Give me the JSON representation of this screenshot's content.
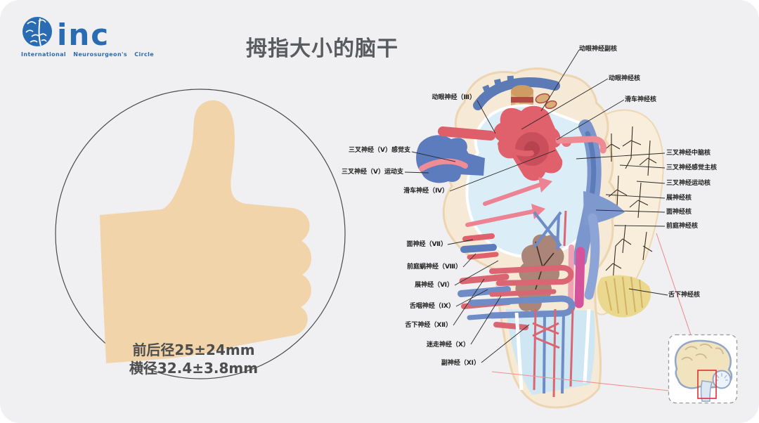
{
  "page": {
    "title": "拇指大小的脑干",
    "background_color": "#f0eff1"
  },
  "logo": {
    "name": "inc",
    "subtitle": "International  Neurosurgeon's  Circle",
    "color": "#2a6cb3",
    "icon": "brain-icon"
  },
  "thumb_panel": {
    "icon": "thumbs-up-icon",
    "measurement_line1": "前后径25±24mm",
    "measurement_line2": "横径32.4±3.8mm",
    "skin_color": "#f2d4ab",
    "ring_color": "#4a4a4a"
  },
  "diagram": {
    "left_labels": [
      "动眼神经（Ⅲ）",
      "三叉神经（Ⅴ）感觉支",
      "三叉神经（Ⅴ）运动支",
      "滑车神经（Ⅳ）",
      "面神经（Ⅶ）",
      "前庭蜗神经（Ⅷ）",
      "展神经（Ⅵ）",
      "舌咽神经（Ⅸ）",
      "舌下神经（Ⅻ）",
      "迷走神经（Ⅹ）",
      "副神经（Ⅺ）"
    ],
    "right_labels": [
      "动眼神经副核",
      "动眼神经核",
      "滑车神经核",
      "三叉神经中脑核",
      "三叉神经感觉主核",
      "三叉神经运动核",
      "展神经核",
      "面神经核",
      "前庭神经核",
      "舌下神经核"
    ],
    "inset": {
      "icon": "brain-sagittal-thumbnail",
      "highlight_color": "#e03030"
    },
    "colors": {
      "cream": "#f6e9d5",
      "light_blue": "#dbedf6",
      "blue": "#5d7cbd",
      "mid_blue": "#7b96cd",
      "red": "#de5f6a",
      "pink": "#ef8d96",
      "magenta": "#d5539b",
      "brown": "#aa8578",
      "yellow": "#ead88e",
      "leader_line": "#2a2a2a",
      "connector_red": "#f09090"
    }
  }
}
